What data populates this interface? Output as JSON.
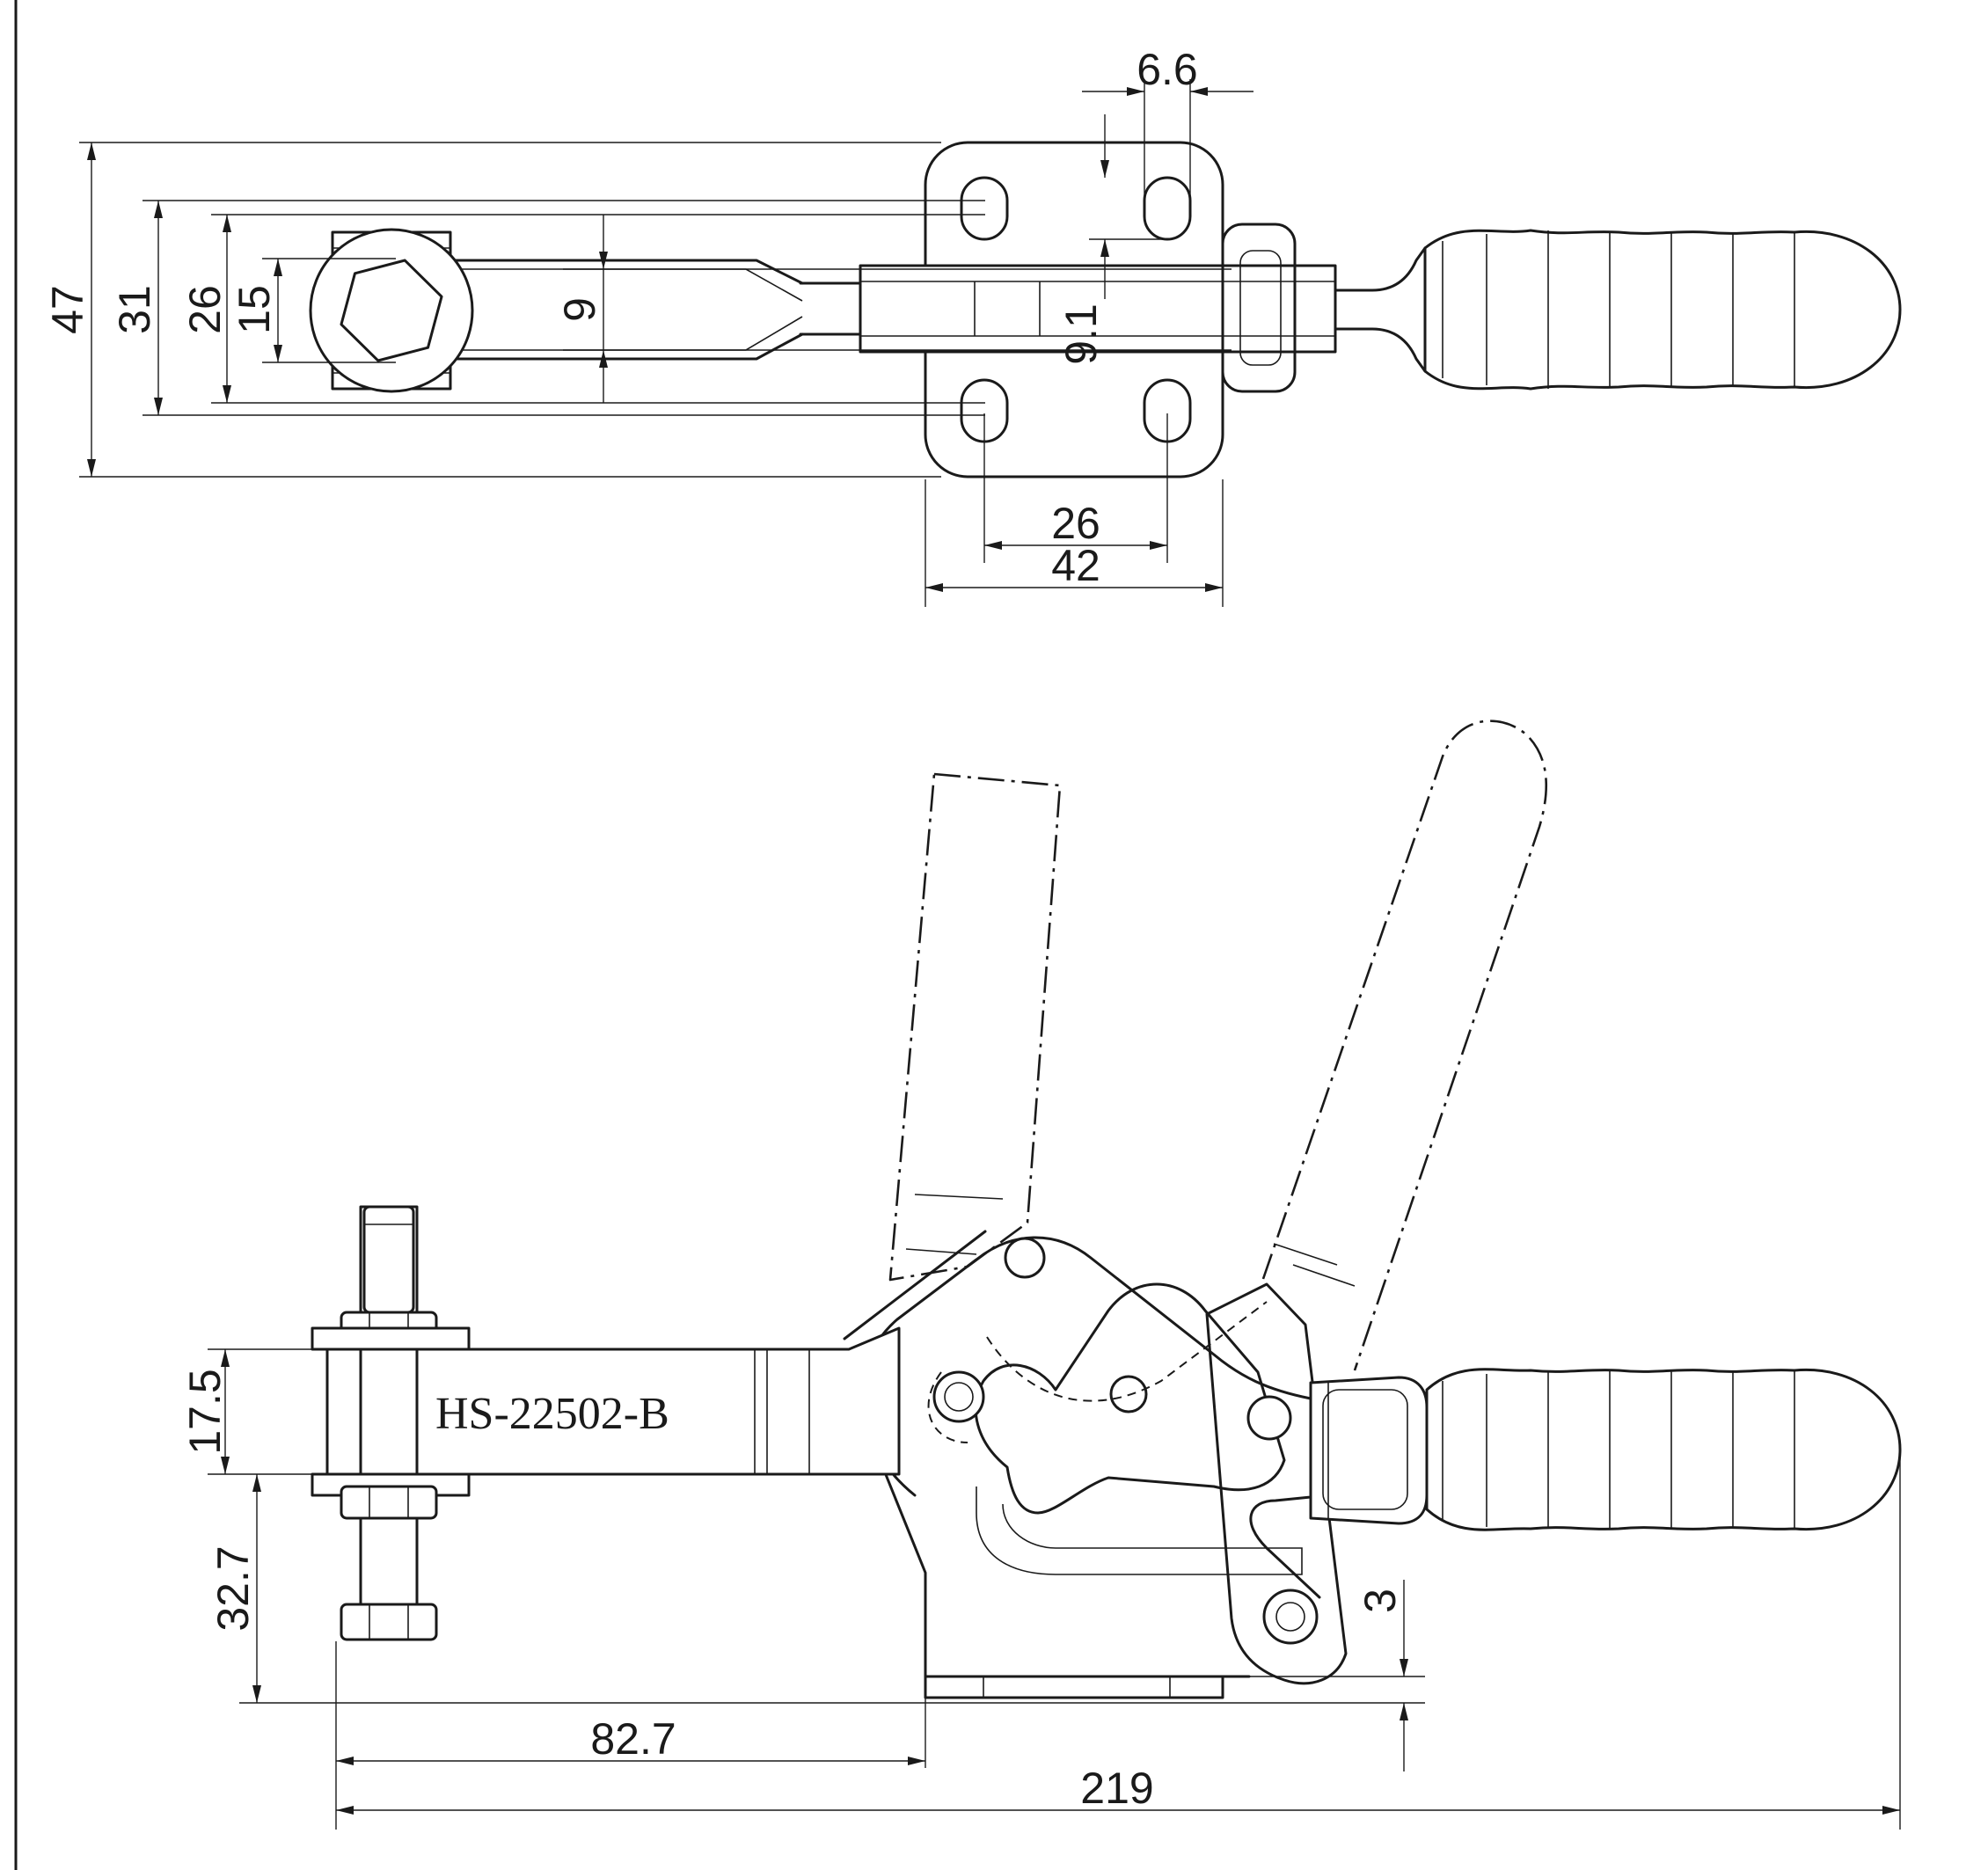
{
  "drawing": {
    "part_number": "HS-22502-B",
    "top_view_dimensions": {
      "overall_height": "47",
      "slot_spacing_outer": "31",
      "arm_width": "26",
      "spindle_opening": "15",
      "arm_slot_width": "9",
      "mount_slot_width": "6.6",
      "mount_offset": "9.1",
      "hole_spacing": "26",
      "base_width": "42"
    },
    "side_view_dimensions": {
      "arm_thickness": "17.5",
      "spindle_height": "32.7",
      "spindle_reach": "82.7",
      "overall_length": "219",
      "base_plate_thickness": "3"
    }
  }
}
